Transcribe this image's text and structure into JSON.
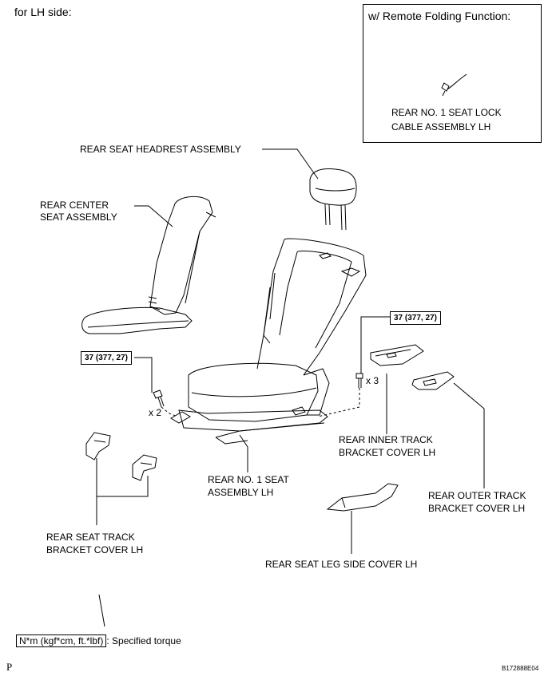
{
  "header": {
    "side_note": "for LH side:"
  },
  "remote_box": {
    "title": "w/ Remote Folding Function:",
    "label_line1": "REAR NO. 1 SEAT LOCK",
    "label_line2": "CABLE ASSEMBLY LH"
  },
  "labels": {
    "headrest": "REAR SEAT HEADREST ASSEMBLY",
    "center_seat_line1": "REAR CENTER",
    "center_seat_line2": "SEAT ASSEMBLY",
    "seat_no1_line1": "REAR NO. 1 SEAT",
    "seat_no1_line2": "ASSEMBLY LH",
    "inner_cover_line1": "REAR INNER TRACK",
    "inner_cover_line2": "BRACKET COVER LH",
    "outer_cover_line1": "REAR OUTER TRACK",
    "outer_cover_line2": "BRACKET COVER LH",
    "track_cover_line1": "REAR SEAT TRACK",
    "track_cover_line2": "BRACKET COVER LH",
    "leg_cover": "REAR SEAT LEG SIDE COVER LH"
  },
  "torque": {
    "left_spec": "37 (377, 27)",
    "right_spec": "37 (377, 27)",
    "left_qty": "x 2",
    "right_qty": "x 3"
  },
  "legend": {
    "unit_box": "N*m (kgf*cm, ft.*lbf)",
    "text": ": Specified torque"
  },
  "footer": {
    "corner_mark": "P",
    "figure_code": "B172888E04"
  }
}
